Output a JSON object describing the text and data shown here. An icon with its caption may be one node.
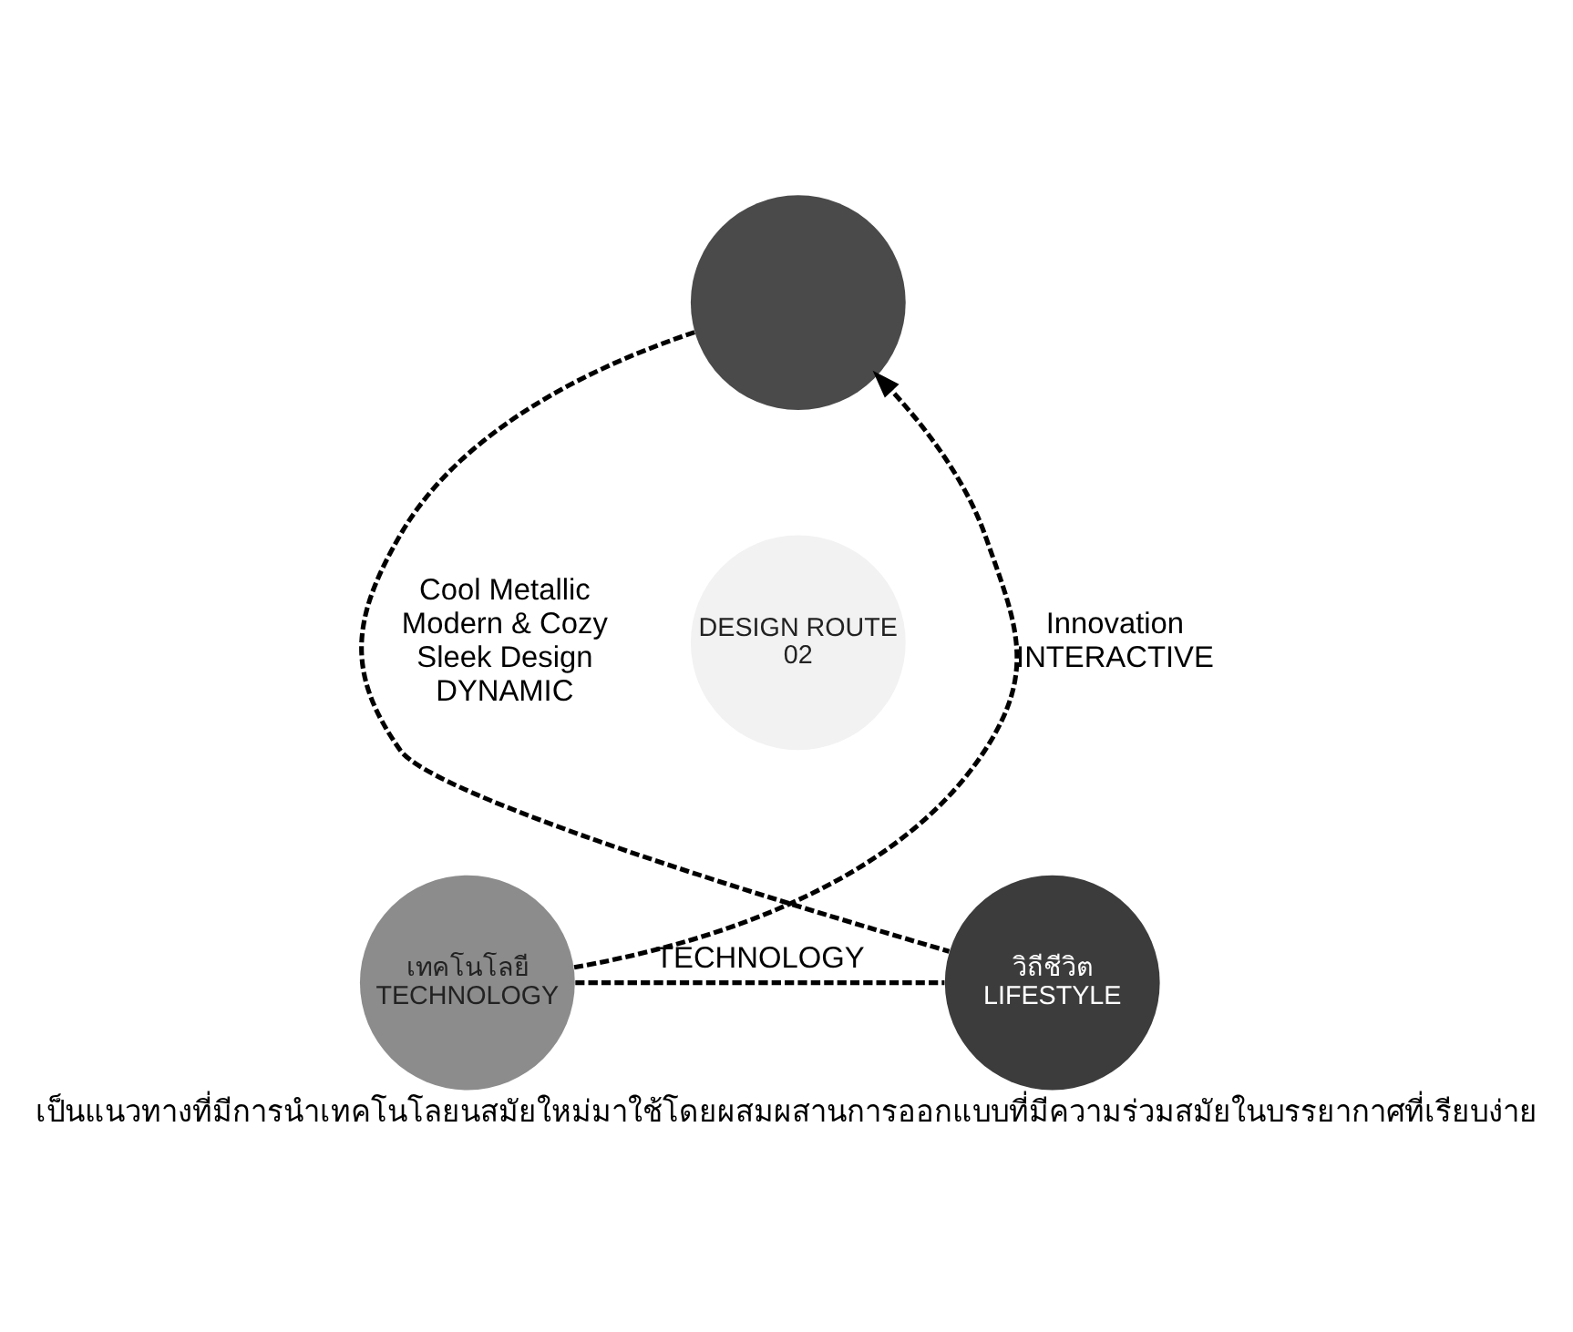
{
  "diagram": {
    "caption": "เป็นแนวทางที่มีการนำเทคโนโลยนสมัยใหม่มาใช้โดยผสมผสานการออกแบบที่มีความร่วมสมัยในบรรยากาศที่เรียบง่าย",
    "nodes": [
      {
        "text": [],
        "shape": "circle"
      },
      {
        "text": [
          "เทคโนโลยี",
          "TECHNOLOGY"
        ]
      },
      {
        "text": [
          "วิถีชีวิต",
          "LIFESTYLE"
        ]
      },
      {
        "text": [
          "DESIGN ROUTE",
          "02"
        ]
      }
    ],
    "edges": [
      {
        "from": 1,
        "to": 0,
        "arrow": "to",
        "label": "Innovation INTERACTIVE",
        "style": "dashed"
      },
      {
        "from": 0,
        "to": 2,
        "arrow": "none",
        "label": "Cool Metallic Modern & Cozy Sleek Design DYNAMIC",
        "style": "dashed"
      },
      {
        "from": 1,
        "to": 2,
        "arrow": "none",
        "label": "TECHNOLOGY",
        "style": "dashed"
      }
    ]
  }
}
